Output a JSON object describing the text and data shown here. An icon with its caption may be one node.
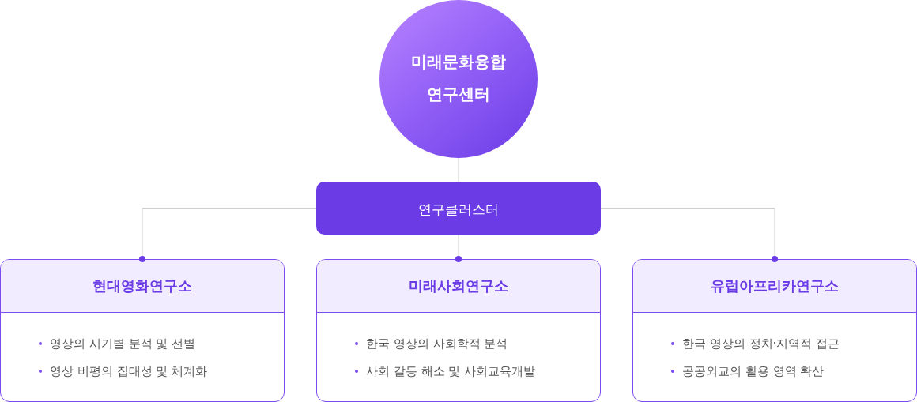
{
  "diagram": {
    "nodes": [
      {
        "text": [
          "미래문화융합 연구센터"
        ]
      },
      {
        "text": [
          "연구클러스터"
        ]
      },
      {
        "text": [
          "현대영화연구소",
          "영상의 시기별 분석 및 선별",
          "영상 비평의 집대성 및 체계화"
        ]
      },
      {
        "text": [
          "미래사회연구소",
          "한국 영상의 사회학적 분석",
          "사회 갈등 해소 및 사회교육개발"
        ]
      },
      {
        "text": [
          "유럽아프리카연구소",
          "한국 영상의 정치·지역적 접근",
          "공공외교의 활용 영역 확산"
        ]
      }
    ],
    "edges": [
      {
        "from": 0,
        "to": 1,
        "arrow": "none"
      },
      {
        "from": 1,
        "to": 2,
        "arrow": "other"
      },
      {
        "from": 1,
        "to": 3,
        "arrow": "other"
      },
      {
        "from": 1,
        "to": 4,
        "arrow": "other"
      }
    ]
  }
}
